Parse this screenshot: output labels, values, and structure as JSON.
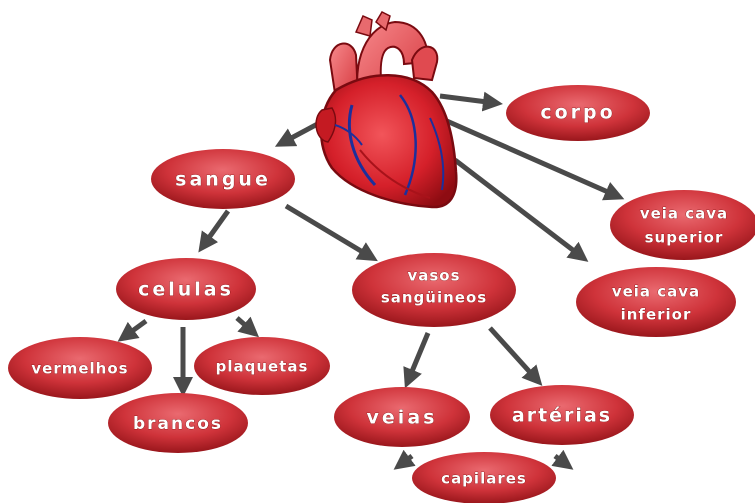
{
  "colors": {
    "node_fill_light": "#e2575d",
    "node_fill_dark": "#8f1116",
    "arrow": "#4a4a4a",
    "text": "#ffffff"
  },
  "heart": {
    "icon": "heart-icon"
  },
  "nodes": {
    "corpo": "corpo",
    "sangue": "sangue",
    "veia_cava_superior": [
      "veia cava",
      "superior"
    ],
    "veia_cava_inferior": [
      "veia cava",
      "inferior"
    ],
    "celulas": "celulas",
    "vasos_sanguineos": [
      "vasos",
      "sangüineos"
    ],
    "vermelhos": "vermelhos",
    "plaquetas": "plaquetas",
    "brancos": "brancos",
    "veias": "veias",
    "arterias": "artérias",
    "capilares": "capilares"
  }
}
